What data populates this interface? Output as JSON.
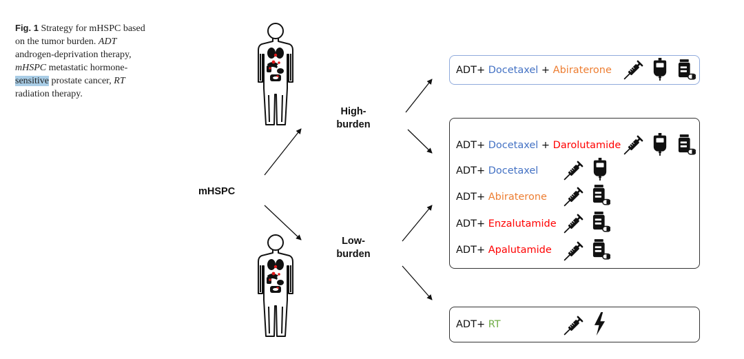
{
  "caption": {
    "label": "Fig. 1",
    "text_1": " Strategy for mHSPC based on the tumor burden. ",
    "abbr_adt": "ADT",
    "text_2": " androgen-deprivation therapy, ",
    "abbr_mhspc": "mHSPC",
    "text_3": " metastatic hormone-",
    "highlight": "sensitive",
    "text_4": " prostate cancer, ",
    "abbr_rt": "RT",
    "text_5": " radiation therapy."
  },
  "diagram": {
    "root_label": "mHSPC",
    "high_burden_label_1": "High-",
    "high_burden_label_2": "burden",
    "low_burden_label_1": "Low-",
    "low_burden_label_2": "burden",
    "adt_prefix": "ADT+ ",
    "plus": " + ",
    "regimens": {
      "r1_drug1": "Docetaxel",
      "r1_drug2": "Abiraterone",
      "r2_drug1": "Docetaxel",
      "r2_drug2": "Darolutamide",
      "r3_drug": "Docetaxel",
      "r4_drug": "Abiraterone",
      "r5_drug": "Enzalutamide",
      "r6_drug": "Apalutamide",
      "r7_drug": "RT"
    },
    "colors": {
      "docetaxel": "#4472c4",
      "abiraterone": "#ed7d31",
      "arsi": "#ff0000",
      "rt": "#70ad47",
      "box_top_border": "#8faadc",
      "box_border": "#333333"
    },
    "icons": [
      "syringe-icon",
      "iv-bag-icon",
      "pill-bottle-icon",
      "lightning-icon",
      "human-body-icon"
    ]
  }
}
